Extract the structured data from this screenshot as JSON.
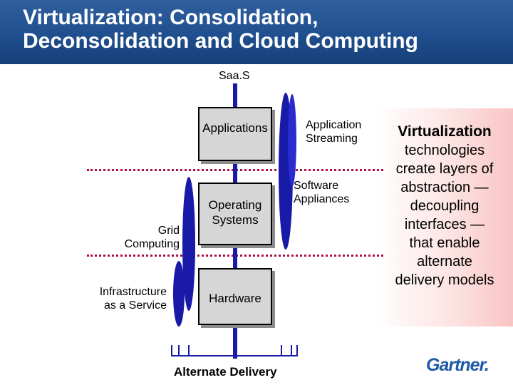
{
  "slide": {
    "title_line1": "Virtualization: Consolidation,",
    "title_line2": "Deconsolidation and Cloud Computing"
  },
  "diagram": {
    "top_label": "Saa.S",
    "boxes": {
      "applications": "Applications",
      "os_line1": "Operating",
      "os_line2": "Systems",
      "hardware": "Hardware"
    },
    "labels": {
      "app_streaming_line1": "Application",
      "app_streaming_line2": "Streaming",
      "software_appliances_line1": "Software",
      "software_appliances_line2": "Appliances",
      "grid_line1": "Grid",
      "grid_line2": "Computing",
      "iaas_line1": "Infrastructure",
      "iaas_line2": "as a Service"
    },
    "bottom_label": "Alternate Delivery"
  },
  "sidebar": {
    "lead": "Virtualization",
    "lines": [
      "technologies",
      "create layers of",
      "abstraction —",
      "decoupling",
      "interfaces —",
      "that enable",
      "alternate",
      "delivery models"
    ]
  },
  "brand": {
    "logo_text": "Gartner."
  },
  "colors": {
    "header": "#1f4f8e",
    "stack": "#1a1aa8",
    "dotted": "#b0103a",
    "box_fill": "#d6d6d6",
    "panel_gradient_end": "#f9c4c4"
  }
}
